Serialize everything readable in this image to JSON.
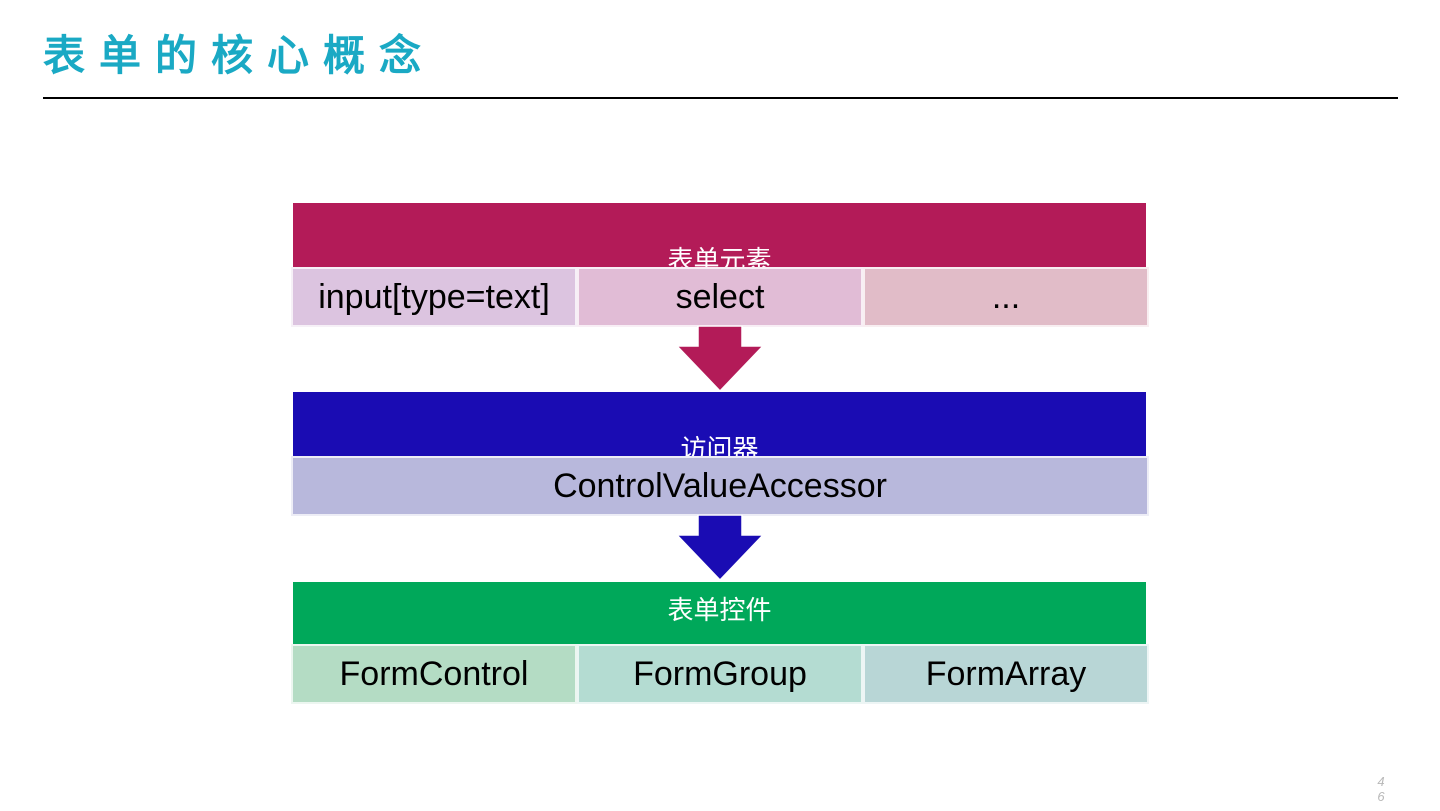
{
  "slide": {
    "title": "表单的核心概念",
    "page_number": "46"
  },
  "colors": {
    "title": "#1aa9c4",
    "form_elements": "#b31b58",
    "accessor": "#1a0cb3",
    "form_controls": "#00a85a"
  },
  "layers": [
    {
      "label": "表单元素",
      "color": "#b31b58",
      "items": [
        {
          "text": "input[type=text]",
          "fill": "#dcc4e0"
        },
        {
          "text": "select",
          "fill": "#e1bcd6"
        },
        {
          "text": "...",
          "fill": "#e1bcc8"
        }
      ]
    },
    {
      "label": "访问器",
      "color": "#1a0cb3",
      "items": [
        {
          "text": "ControlValueAccessor",
          "fill": "#b8b8dc"
        }
      ]
    },
    {
      "label": "表单控件",
      "color": "#00a85a",
      "items": [
        {
          "text": "FormControl",
          "fill": "#b4dcc4"
        },
        {
          "text": "FormGroup",
          "fill": "#b4dcd2"
        },
        {
          "text": "FormArray",
          "fill": "#b8d6d6"
        }
      ]
    }
  ]
}
